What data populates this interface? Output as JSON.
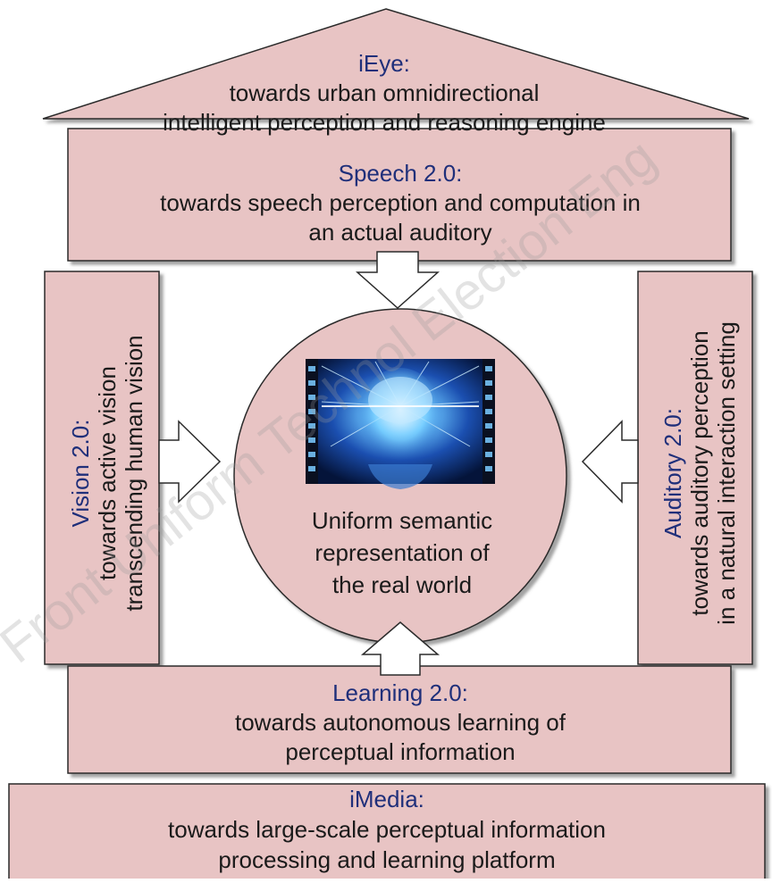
{
  "ieye": {
    "title": "iEye:",
    "line1": "towards urban omnidirectional",
    "line2": "intelligent perception and reasoning engine"
  },
  "speech": {
    "title": "Speech 2.0:",
    "line1": "towards speech perception and computation in",
    "line2": "an actual auditory"
  },
  "vision": {
    "title": "Vision 2.0:",
    "line1": "towards active vision",
    "line2": "transcending human vision"
  },
  "auditory": {
    "title": "Auditory 2.0:",
    "line1": "towards auditory perception",
    "line2": "in a natural interaction setting"
  },
  "center": {
    "line1": "Uniform semantic",
    "line2": "representation of",
    "line3": "the real world"
  },
  "learning": {
    "title": "Learning 2.0:",
    "line1": "towards autonomous learning of",
    "line2": "perceptual information"
  },
  "imedia": {
    "title": "iMedia:",
    "line1": "towards large-scale perceptual information",
    "line2": "processing and learning platform"
  },
  "watermark": {
    "text": "Front Uniform Technol Election Eng"
  },
  "colors": {
    "box_fill": "#e8c4c4",
    "box_stroke": "#2b2b2b",
    "title_blue": "#1f2f7a",
    "ellipse_fill": "#e8c4c4"
  }
}
